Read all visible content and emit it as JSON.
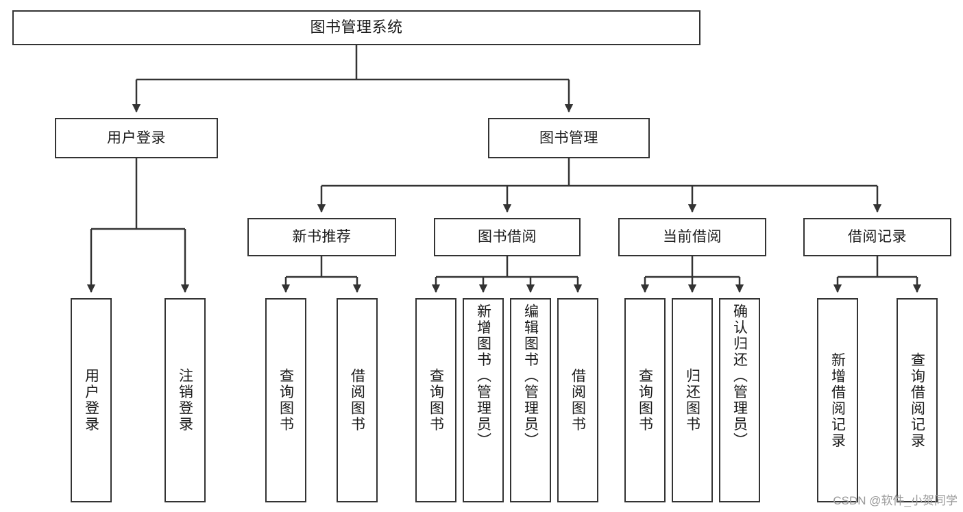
{
  "diagram": {
    "title": "图书管理系统",
    "type": "hierarchy-tree",
    "root": {
      "id": "root",
      "label": "图书管理系统"
    },
    "level2": [
      {
        "id": "user-login",
        "label": "用户登录"
      },
      {
        "id": "book-management",
        "label": "图书管理"
      }
    ],
    "level3": [
      {
        "id": "new-book-recommend",
        "label": "新书推荐",
        "parent": "book-management"
      },
      {
        "id": "book-borrow",
        "label": "图书借阅",
        "parent": "book-management"
      },
      {
        "id": "current-borrow",
        "label": "当前借阅",
        "parent": "book-management"
      },
      {
        "id": "borrow-record",
        "label": "借阅记录",
        "parent": "book-management"
      }
    ],
    "leaves": [
      {
        "id": "leaf-user-login",
        "label": "用户登录",
        "parent": "user-login",
        "short": true
      },
      {
        "id": "leaf-user-logout",
        "label": "注销登录",
        "parent": "user-login",
        "short": true
      },
      {
        "id": "leaf-query-book-1",
        "label": "查询图书",
        "parent": "new-book-recommend",
        "short": true
      },
      {
        "id": "leaf-borrow-book-1",
        "label": "借阅图书",
        "parent": "new-book-recommend",
        "short": true
      },
      {
        "id": "leaf-query-book-2",
        "label": "查询图书",
        "parent": "book-borrow",
        "short": true
      },
      {
        "id": "leaf-add-book-admin",
        "label": "新增图书（管理员）",
        "parent": "book-borrow",
        "short": false
      },
      {
        "id": "leaf-edit-book-admin",
        "label": "编辑图书（管理员）",
        "parent": "book-borrow",
        "short": false
      },
      {
        "id": "leaf-borrow-book-2",
        "label": "借阅图书",
        "parent": "book-borrow",
        "short": true
      },
      {
        "id": "leaf-query-book-3",
        "label": "查询图书",
        "parent": "current-borrow",
        "short": true
      },
      {
        "id": "leaf-return-book",
        "label": "归还图书",
        "parent": "current-borrow",
        "short": true
      },
      {
        "id": "leaf-confirm-return-admin",
        "label": "确认归还（管理员）",
        "parent": "current-borrow",
        "short": false
      },
      {
        "id": "leaf-add-borrow-record",
        "label": "新增借阅记录",
        "parent": "borrow-record",
        "short": true
      },
      {
        "id": "leaf-query-borrow-record",
        "label": "查询借阅记录",
        "parent": "borrow-record",
        "short": true
      }
    ]
  },
  "watermark": {
    "text": "CSDN @软件_小贺同学"
  },
  "colors": {
    "border": "#333333",
    "background": "#ffffff",
    "text": "#1a1a1a",
    "watermark": "#9a9a9a"
  }
}
